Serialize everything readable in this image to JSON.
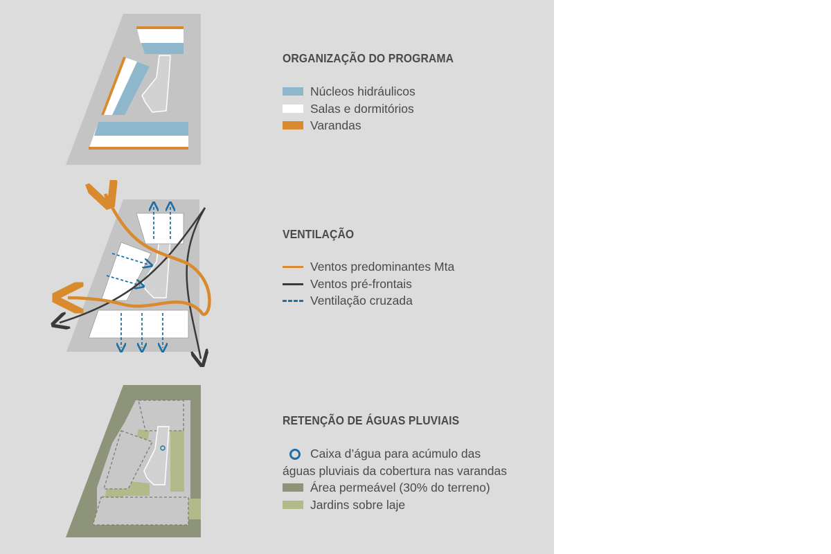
{
  "colors": {
    "panel_bg": "#dcdcdc",
    "site": "#c4c4c4",
    "hydraulic": "#8fb7cc",
    "rooms": "#ffffff",
    "verandas": "#d98a2e",
    "winds_main": "#d98a2e",
    "winds_front": "#3a3a3a",
    "cross_ventilation": "#1f6fa3",
    "permeable": "#8e9479",
    "gardens": "#b2ba8a"
  },
  "sections": {
    "program": {
      "title": "ORGANIZAÇÃO DO PROGRAMA",
      "legend": [
        {
          "label": "Núcleos hidráulicos",
          "swatch": "hydraulic"
        },
        {
          "label": "Salas e dormitórios",
          "swatch": "rooms"
        },
        {
          "label": "Varandas",
          "swatch": "verandas"
        }
      ]
    },
    "ventilation": {
      "title": "VENTILAÇÃO",
      "legend": [
        {
          "label": "Ventos predominantes Mta",
          "swatch": "winds_main"
        },
        {
          "label": "Ventos pré-frontais",
          "swatch": "winds_front"
        },
        {
          "label": "Ventilação cruzada",
          "swatch": "cross_ventilation"
        }
      ]
    },
    "rainwater": {
      "title": "RETENÇÃO DE ÁGUAS PLUVIAIS",
      "legend": [
        {
          "label_line1": "Caixa d’água para acúmulo das",
          "label_line2": "águas pluviais da cobertura nas varandas",
          "swatch": "cross_ventilation"
        },
        {
          "label": "Área permeável (30% do terreno)",
          "swatch": "permeable"
        },
        {
          "label": "Jardins sobre laje",
          "swatch": "gardens"
        }
      ]
    }
  }
}
